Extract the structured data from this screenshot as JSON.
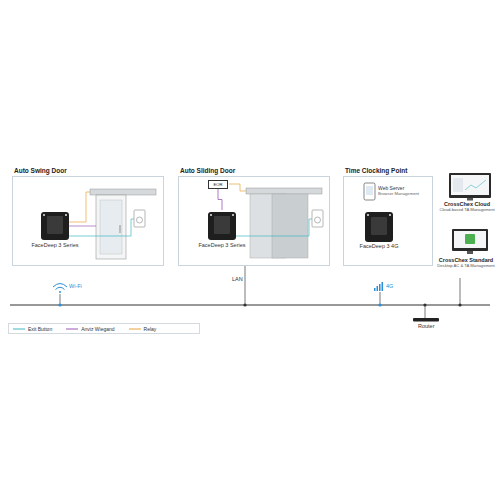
{
  "diagram": {
    "nodes": [
      {
        "text": [
          "Auto Swing Door"
        ]
      },
      {
        "text": [
          "FaceDeep 3 Series"
        ],
        "in": 0
      },
      {
        "text": [
          "Auto Sliding Door"
        ]
      },
      {
        "text": [
          "EOR"
        ],
        "in": 2
      },
      {
        "text": [
          "FaceDeep 3 Series"
        ],
        "in": 2
      },
      {
        "text": [
          "Time Clocking Point"
        ]
      },
      {
        "text": [
          "Web Server",
          "Browser Management"
        ],
        "in": 5
      },
      {
        "text": [
          "FaceDeep 3 4G"
        ],
        "in": 5
      },
      {
        "text": [
          "CrossChex Cloud",
          "Cloud-based TA Management"
        ]
      },
      {
        "text": [
          "CrossChex Standard",
          "Desktop AC & TA Management"
        ]
      }
    ],
    "edges": [
      {
        "from": 4,
        "to": 3,
        "arrow": "none"
      }
    ],
    "labels": [
      "Wi-Fi",
      "LAN",
      "4G",
      "Router"
    ],
    "legend": [
      {
        "text": "Exit Button"
      },
      {
        "text": "Anviz Wiegand"
      },
      {
        "text": "Relay"
      }
    ]
  }
}
